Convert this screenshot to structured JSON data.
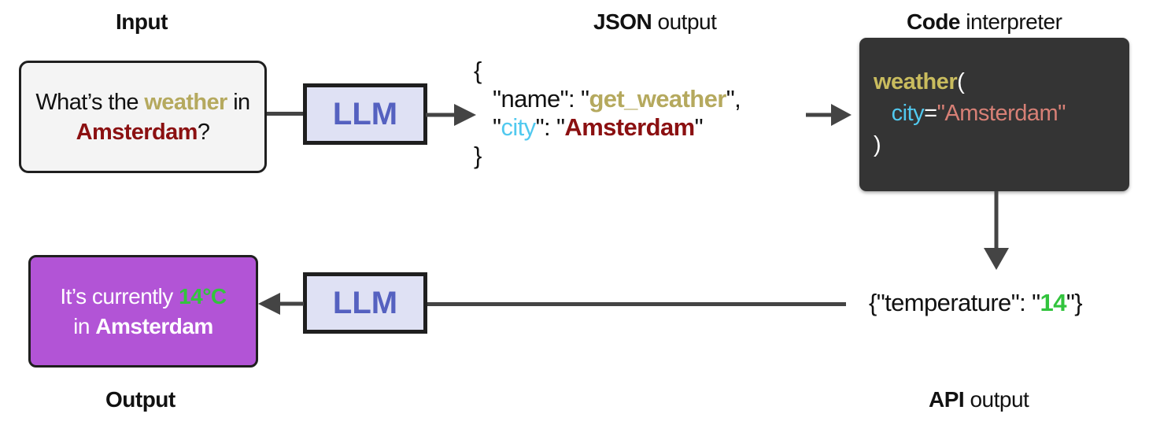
{
  "headings": {
    "input": "Input",
    "json_bold": "JSON",
    "json_rest": " output",
    "code_bold": "Code",
    "code_rest": " interpreter",
    "output": "Output",
    "api_bold": "API",
    "api_rest": " output"
  },
  "input_box": {
    "part1": "What’s the ",
    "keyword": "weather",
    "part2": " in",
    "city": "Amsterdam",
    "end": "?"
  },
  "llm_label": "LLM",
  "json_output": {
    "open": "{",
    "name_key_prefix": "   \"name\": \"",
    "name_value": "get_weather",
    "name_suffix": "\",",
    "city_key_prefix": "   \"",
    "city_key": "city",
    "city_mid": "\": \"",
    "city_value": "Amsterdam",
    "city_suffix": "\"",
    "close": "}"
  },
  "code": {
    "func": "weather",
    "paren_open": "(",
    "indent": "   ",
    "arg": "city",
    "eq": "=",
    "arg_value": "\"Amsterdam\"",
    "paren_close": ")"
  },
  "api_output": {
    "prefix": "{\"temperature\": \"",
    "value": "14",
    "suffix": "\"}"
  },
  "output_box": {
    "part1": "It’s currently ",
    "temp": "14°C",
    "part2": "in ",
    "city": "Amsterdam"
  },
  "colors": {
    "keyword": "#b5a95e",
    "city": "#8b1011",
    "json_key": "#51c9ef",
    "temp": "#32c43d",
    "llm_fill": "#dfe1f4",
    "llm_text": "#5561c0",
    "output_fill": "#b254d6",
    "code_bg": "#343434"
  }
}
